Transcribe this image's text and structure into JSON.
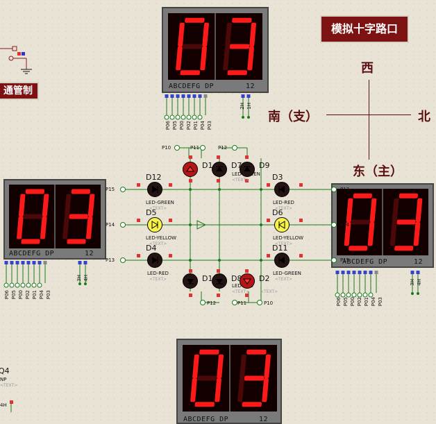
{
  "title_box": {
    "text": "模拟十字路口"
  },
  "partial_title": {
    "text": "通管制"
  },
  "directions": {
    "west": "西",
    "south": "南（支）",
    "north": "北",
    "east": "东（主）"
  },
  "displays": {
    "top": {
      "digits": "03",
      "pins_label": "ABCDEFG  DP",
      "right_label": "12",
      "ports": [
        "P06",
        "P05",
        "P00",
        "P02",
        "P01",
        "P04",
        "P03"
      ],
      "sel": [
        "2H",
        "1H"
      ]
    },
    "left": {
      "digits": "03",
      "pins_label": "ABCDEFG  DP",
      "right_label": "12",
      "ports": [
        "P06",
        "P05",
        "P00",
        "P02",
        "P01",
        "P04",
        "P03"
      ],
      "sel": [
        "3H",
        "4H"
      ]
    },
    "right": {
      "digits": "03",
      "pins_label": "ABCDEFG  DP",
      "right_label": "12",
      "ports": [
        "P06",
        "P05",
        "P00",
        "P02",
        "P01",
        "P04",
        "P03"
      ],
      "sel": [
        "3H",
        "4H"
      ]
    },
    "bottom": {
      "digits": "03",
      "pins_label": "ABCDEFG  DP",
      "right_label": "12"
    }
  },
  "leds": {
    "d12": {
      "ref": "D12",
      "type": "LED-GREEN",
      "text": "<TEXT>"
    },
    "d5": {
      "ref": "D5",
      "type": "LED-YELLOW",
      "text": "<TEXT>"
    },
    "d4": {
      "ref": "D4",
      "type": "LED-RED",
      "text": "<TEXT>"
    },
    "d1": {
      "ref": "D1",
      "type": ""
    },
    "d7": {
      "ref": "D7",
      "type": "LED-GREEN",
      "text": "<TEXT>"
    },
    "d9": {
      "ref": "D9"
    },
    "d3": {
      "ref": "D3",
      "type": "LED-RED",
      "text": "<TEXT>"
    },
    "d6": {
      "ref": "D6",
      "type": "LED-YELLOW",
      "text": "<TEXT>"
    },
    "d11": {
      "ref": "D11",
      "type": "LED-GREEN",
      "text": "<TEXT>"
    },
    "d10": {
      "ref": "D1"
    },
    "d8": {
      "ref": "D8",
      "type": "LED-RED",
      "text": "<TEXT>"
    },
    "d2": {
      "ref": "D2",
      "text": "<TEXT>"
    }
  },
  "ports": {
    "p10_top": "P10",
    "p11_top": "P11",
    "p12_top": "P12",
    "p15_l": "P15",
    "p14_l": "P14",
    "p13_l": "P13",
    "p13_r": "P13",
    "p14_r": "P14",
    "p15_r": "P15",
    "p12_b": "P12",
    "p11_b": "P11",
    "p10_b": "P10"
  },
  "misc": {
    "q4": "Q4",
    "q4_sub": "NP",
    "q4_text": "<TEXT>",
    "four_h": "4H"
  },
  "colors": {
    "segment_on": "#ff1a1a",
    "segment_off": "#4a0808",
    "title_bg": "#7d1212",
    "wire": "#1a7a1a"
  }
}
